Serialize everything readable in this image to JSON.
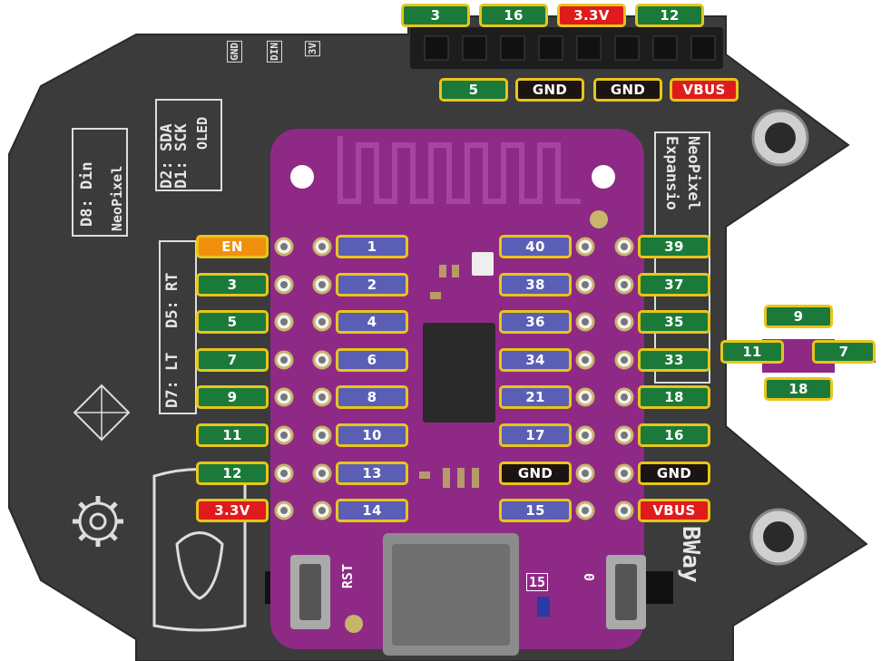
{
  "colors": {
    "gpio": "#1b7a3a",
    "pad": "#5a5fb5",
    "power": "#e01b1b",
    "ground": "#1c1412",
    "enable": "#f0900c",
    "label_border": "#e8c51a",
    "carrier": "#3a3a3a",
    "mcu_board": "#8e2a86"
  },
  "silkscreen": {
    "oled_title": "OLED",
    "oled_d1": "D1: SCK",
    "oled_d2": "D2: SDA",
    "neopixel_title": "NeoPixel",
    "neopixel_d8": "D8: Din",
    "buttons_d5": "D5: RT",
    "buttons_d7": "D7: LT",
    "board_title_1": "NeoPixel",
    "board_title_2": "Expansio",
    "header_gnd": "GND",
    "header_3v": "3V",
    "header_din": "DIN",
    "brand": "BWay",
    "rst": "RST",
    "btn_15": "15",
    "btn_0": "0"
  },
  "top_header": {
    "top_row": [
      {
        "label": "3",
        "type": "gpio"
      },
      {
        "label": "16",
        "type": "gpio"
      },
      {
        "label": "3.3V",
        "type": "power"
      },
      {
        "label": "12",
        "type": "gpio"
      }
    ],
    "bottom_row": [
      {
        "label": "5",
        "type": "gpio"
      },
      {
        "label": "GND",
        "type": "ground"
      },
      {
        "label": "GND",
        "type": "ground"
      },
      {
        "label": "VBUS",
        "type": "power"
      }
    ]
  },
  "left_outer": [
    {
      "label": "EN",
      "type": "enable"
    },
    {
      "label": "3",
      "type": "gpio"
    },
    {
      "label": "5",
      "type": "gpio"
    },
    {
      "label": "7",
      "type": "gpio"
    },
    {
      "label": "9",
      "type": "gpio"
    },
    {
      "label": "11",
      "type": "gpio"
    },
    {
      "label": "12",
      "type": "gpio"
    },
    {
      "label": "3.3V",
      "type": "power"
    }
  ],
  "left_inner": [
    {
      "label": "1",
      "type": "pad"
    },
    {
      "label": "2",
      "type": "pad"
    },
    {
      "label": "4",
      "type": "pad"
    },
    {
      "label": "6",
      "type": "pad"
    },
    {
      "label": "8",
      "type": "pad"
    },
    {
      "label": "10",
      "type": "pad"
    },
    {
      "label": "13",
      "type": "pad"
    },
    {
      "label": "14",
      "type": "pad"
    }
  ],
  "right_inner": [
    {
      "label": "40",
      "type": "pad"
    },
    {
      "label": "38",
      "type": "pad"
    },
    {
      "label": "36",
      "type": "pad"
    },
    {
      "label": "34",
      "type": "pad"
    },
    {
      "label": "21",
      "type": "pad"
    },
    {
      "label": "17",
      "type": "pad"
    },
    {
      "label": "GND",
      "type": "ground"
    },
    {
      "label": "15",
      "type": "pad"
    }
  ],
  "right_outer": [
    {
      "label": "39",
      "type": "gpio"
    },
    {
      "label": "37",
      "type": "gpio"
    },
    {
      "label": "35",
      "type": "gpio"
    },
    {
      "label": "33",
      "type": "gpio"
    },
    {
      "label": "18",
      "type": "gpio"
    },
    {
      "label": "16",
      "type": "gpio"
    },
    {
      "label": "GND",
      "type": "ground"
    },
    {
      "label": "VBUS",
      "type": "power"
    }
  ],
  "dpad": {
    "up": "9",
    "left": "11",
    "right": "7",
    "down": "18"
  }
}
